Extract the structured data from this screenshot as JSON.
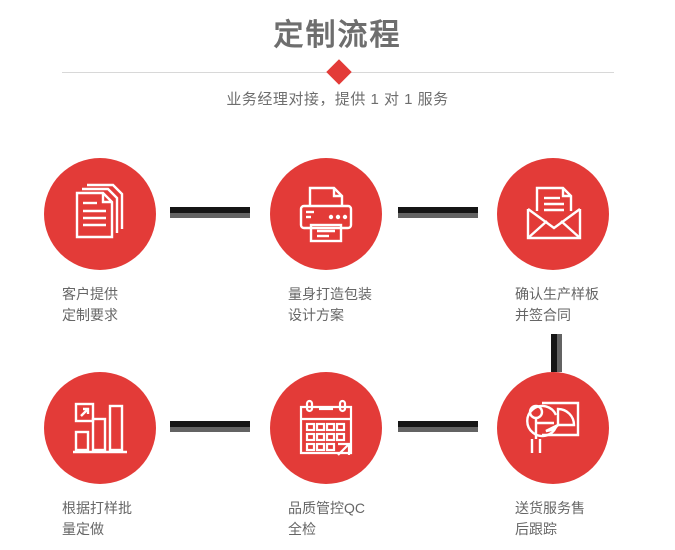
{
  "header": {
    "title": "定制流程",
    "subtitle": "业务经理对接，提供 1 对 1 服务",
    "divider_icon": "diamond-icon"
  },
  "colors": {
    "accent_red": "#e33b38",
    "title_gray": "#6e6e6e",
    "label_gray": "#666666",
    "connector_dark": "#151515",
    "connector_gray": "#636363",
    "rule_gray": "#d8d8d8"
  },
  "steps": [
    {
      "index": 1,
      "icon": "documents-icon",
      "label": "客户提供\n定制要求"
    },
    {
      "index": 2,
      "icon": "printer-icon",
      "label": "量身打造包装\n设计方案"
    },
    {
      "index": 3,
      "icon": "envelope-document-icon",
      "label": "确认生产样板\n并签合同"
    },
    {
      "index": 4,
      "icon": "bar-chart-growth-icon",
      "label": "根据打样批\n量定做"
    },
    {
      "index": 5,
      "icon": "calendar-check-icon",
      "label": "品质管控QC\n全检"
    },
    {
      "index": 6,
      "icon": "presenter-pie-chart-icon",
      "label": "送货服务售\n后跟踪"
    }
  ],
  "connectors": [
    {
      "name": "connector-step1-step2",
      "orientation": "horizontal"
    },
    {
      "name": "connector-step2-step3",
      "orientation": "horizontal"
    },
    {
      "name": "connector-step4-step5",
      "orientation": "horizontal"
    },
    {
      "name": "connector-step5-step6",
      "orientation": "horizontal"
    },
    {
      "name": "connector-step3-step6",
      "orientation": "vertical"
    }
  ]
}
